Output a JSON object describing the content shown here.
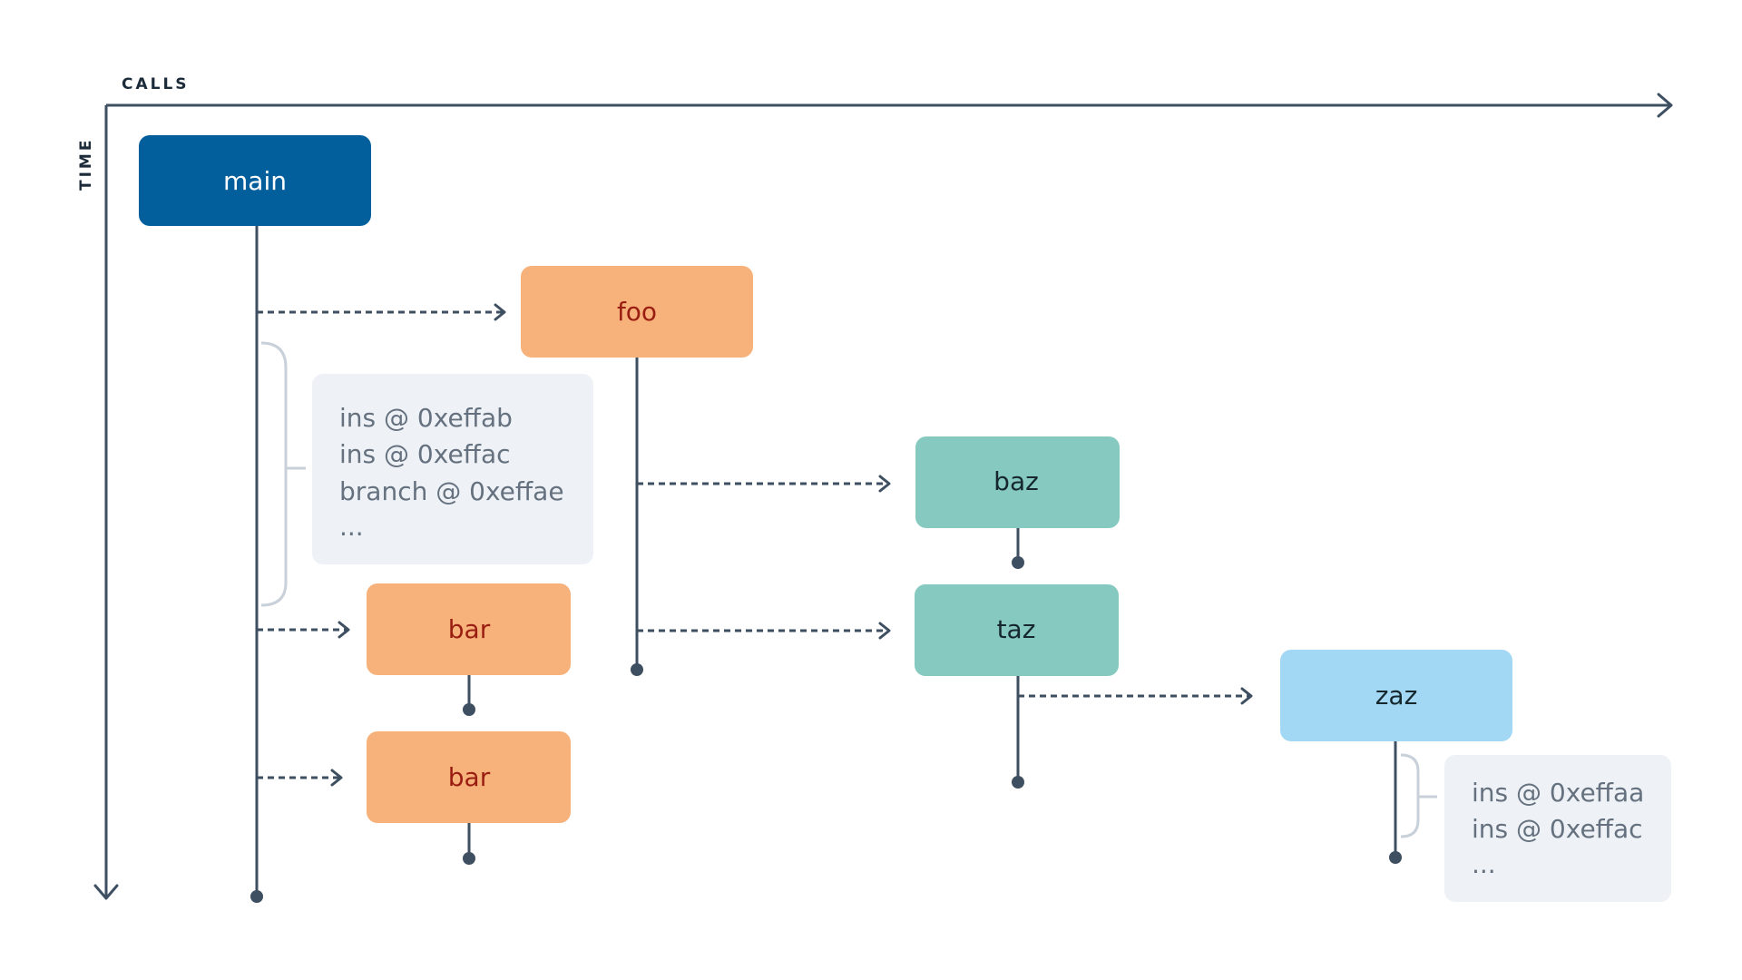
{
  "axes": {
    "x_label": "CALLS",
    "y_label": "TIME"
  },
  "colors": {
    "line": "#3d4f60",
    "main": "#025f9c",
    "orange": "#f7b27b",
    "teal": "#86c9c0",
    "lightblue": "#a2d8f4",
    "note_bg": "#eef2f6",
    "bracket": "#c8d0da"
  },
  "nodes": {
    "main": "main",
    "foo": "foo",
    "bar1": "bar",
    "bar2": "bar",
    "baz": "baz",
    "taz": "taz",
    "zaz": "zaz"
  },
  "notes": {
    "main_trace": [
      "ins @ 0xeffab",
      "ins @ 0xeffac",
      "branch @ 0xeffae",
      "..."
    ],
    "zaz_trace": [
      "ins @ 0xeffaa",
      "ins @ 0xeffac",
      "..."
    ]
  }
}
